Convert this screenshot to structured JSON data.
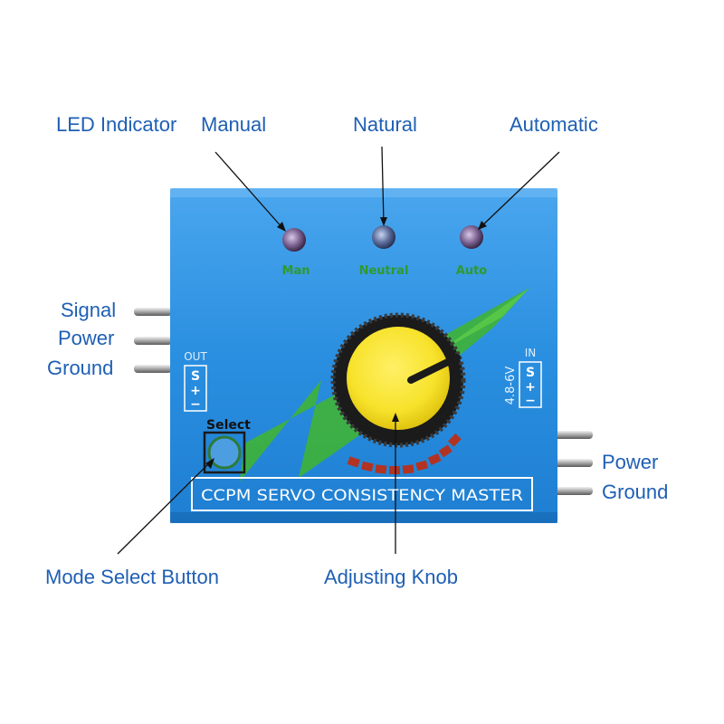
{
  "callouts": {
    "led_indicator": "LED Indicator",
    "manual": "Manual",
    "natural": "Natural",
    "automatic": "Automatic",
    "signal": "Signal",
    "power_left": "Power",
    "ground_left": "Ground",
    "power_right": "Power",
    "ground_right": "Ground",
    "mode_select_button": "Mode Select Button",
    "adjusting_knob": "Adjusting Knob"
  },
  "board": {
    "led_labels": {
      "man": "Man",
      "neutral": "Neutral",
      "auto": "Auto"
    },
    "out_label": "OUT",
    "in_label": "IN",
    "voltage": "4.8-6V",
    "pin_s": "S",
    "pin_plus": "+",
    "pin_minus": "−",
    "select_label": "Select",
    "banner": "CCPM SERVO CONSISTENCY MASTER"
  },
  "colors": {
    "callout_text": "#1e5fb4",
    "board_blue": "#2a8fe0",
    "stripe_green": "#3fb23a",
    "knob_yellow": "#f7e22a",
    "led_label_green": "#2e9a2e"
  }
}
